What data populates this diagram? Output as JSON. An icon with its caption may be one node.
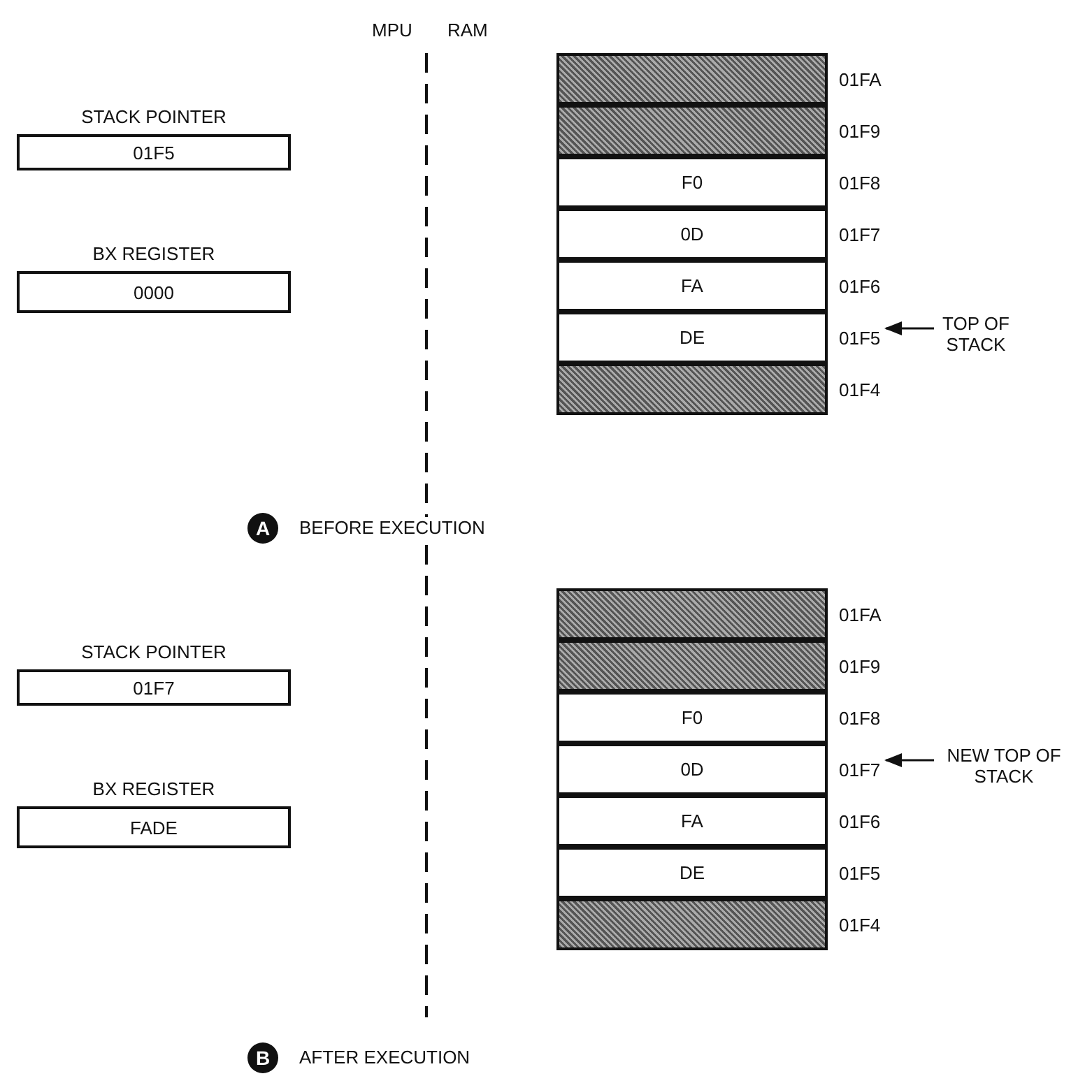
{
  "diagram": {
    "nodes": [
      {
        "text": [
          "STACK POINTER",
          "01F5"
        ]
      },
      {
        "text": [
          "BX REGISTER",
          "0000"
        ]
      },
      {
        "text": [],
        "shape": "box",
        "beside": [
          "01FA"
        ]
      },
      {
        "text": [],
        "shape": "box",
        "beside": [
          "01F9"
        ]
      },
      {
        "text": [
          "F0"
        ],
        "beside": [
          "01F8"
        ]
      },
      {
        "text": [
          "0D"
        ],
        "beside": [
          "01F7"
        ]
      },
      {
        "text": [
          "FA"
        ],
        "beside": [
          "01F6"
        ]
      },
      {
        "text": [
          "DE"
        ],
        "beside": [
          "01F5"
        ]
      },
      {
        "text": [],
        "shape": "box",
        "beside": [
          "01F4"
        ]
      },
      {
        "text": [
          "TOP OF STACK"
        ]
      },
      {
        "text": [
          "STACK POINTER",
          "01F7"
        ]
      },
      {
        "text": [
          "BX REGISTER",
          "FADE"
        ]
      },
      {
        "text": [],
        "shape": "box",
        "beside": [
          "01FA"
        ]
      },
      {
        "text": [],
        "shape": "box",
        "beside": [
          "01F9"
        ]
      },
      {
        "text": [
          "F0"
        ],
        "beside": [
          "01F8"
        ]
      },
      {
        "text": [
          "0D"
        ],
        "beside": [
          "01F7"
        ]
      },
      {
        "text": [
          "FA"
        ],
        "beside": [
          "01F6"
        ]
      },
      {
        "text": [
          "DE"
        ],
        "beside": [
          "01F5"
        ]
      },
      {
        "text": [],
        "shape": "box",
        "beside": [
          "01F4"
        ]
      },
      {
        "text": [
          "NEW TOP OF STACK"
        ]
      }
    ],
    "edges": [
      {
        "from": 9,
        "to": 7,
        "arrow": "to"
      },
      {
        "from": 19,
        "to": 15,
        "arrow": "to"
      }
    ],
    "labels": [
      "MPU",
      "RAM",
      "A",
      "BEFORE EXECUTION",
      "B",
      "AFTER EXECUTION"
    ]
  }
}
